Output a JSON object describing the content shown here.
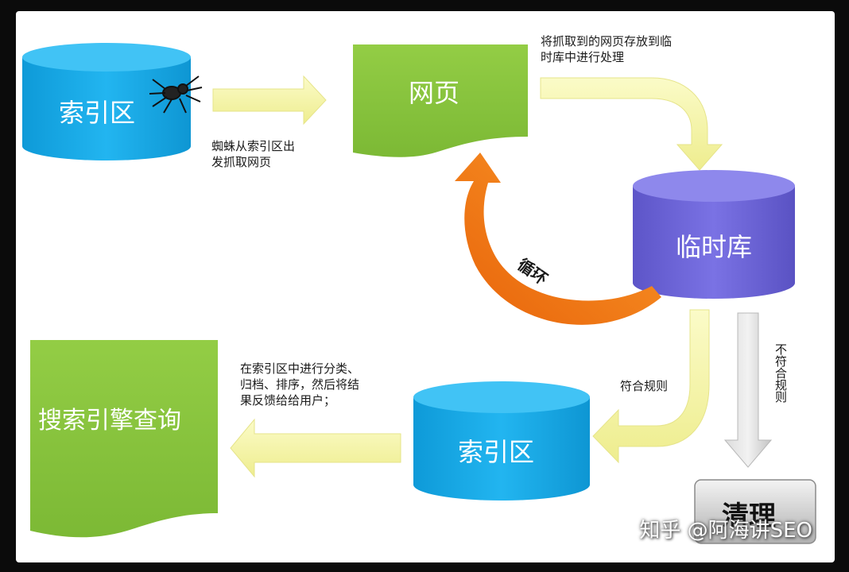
{
  "nodes": {
    "index_top": "索引区",
    "webpage": "网页",
    "temp_db": "临时库",
    "index_bottom": "索引区",
    "search_query": "搜索引擎查询",
    "cleanup": "清理"
  },
  "annotations": {
    "spider_start": [
      "蜘蛛从索引区出",
      "发抓取网页"
    ],
    "store_temp": [
      "将抓取到的网页存放到临",
      "时库中进行处理"
    ],
    "loop": "循环",
    "matches_rules": "符合规则",
    "not_matches_rules": "不符合规则",
    "classify": [
      "在索引区中进行分类、",
      "归档、排序，然后将结",
      "果反馈给给用户；"
    ]
  },
  "watermark": "知乎 @阿海讲SEO",
  "colors": {
    "cylinder_blue": "#17a9e6",
    "webpage_green": "#8cc63f",
    "temp_db_purple": "#6f67d8",
    "arrow_yellow": "#f8f7ae",
    "loop_orange": "#f07a10",
    "cleanup_gray": "#9a9a9a"
  }
}
